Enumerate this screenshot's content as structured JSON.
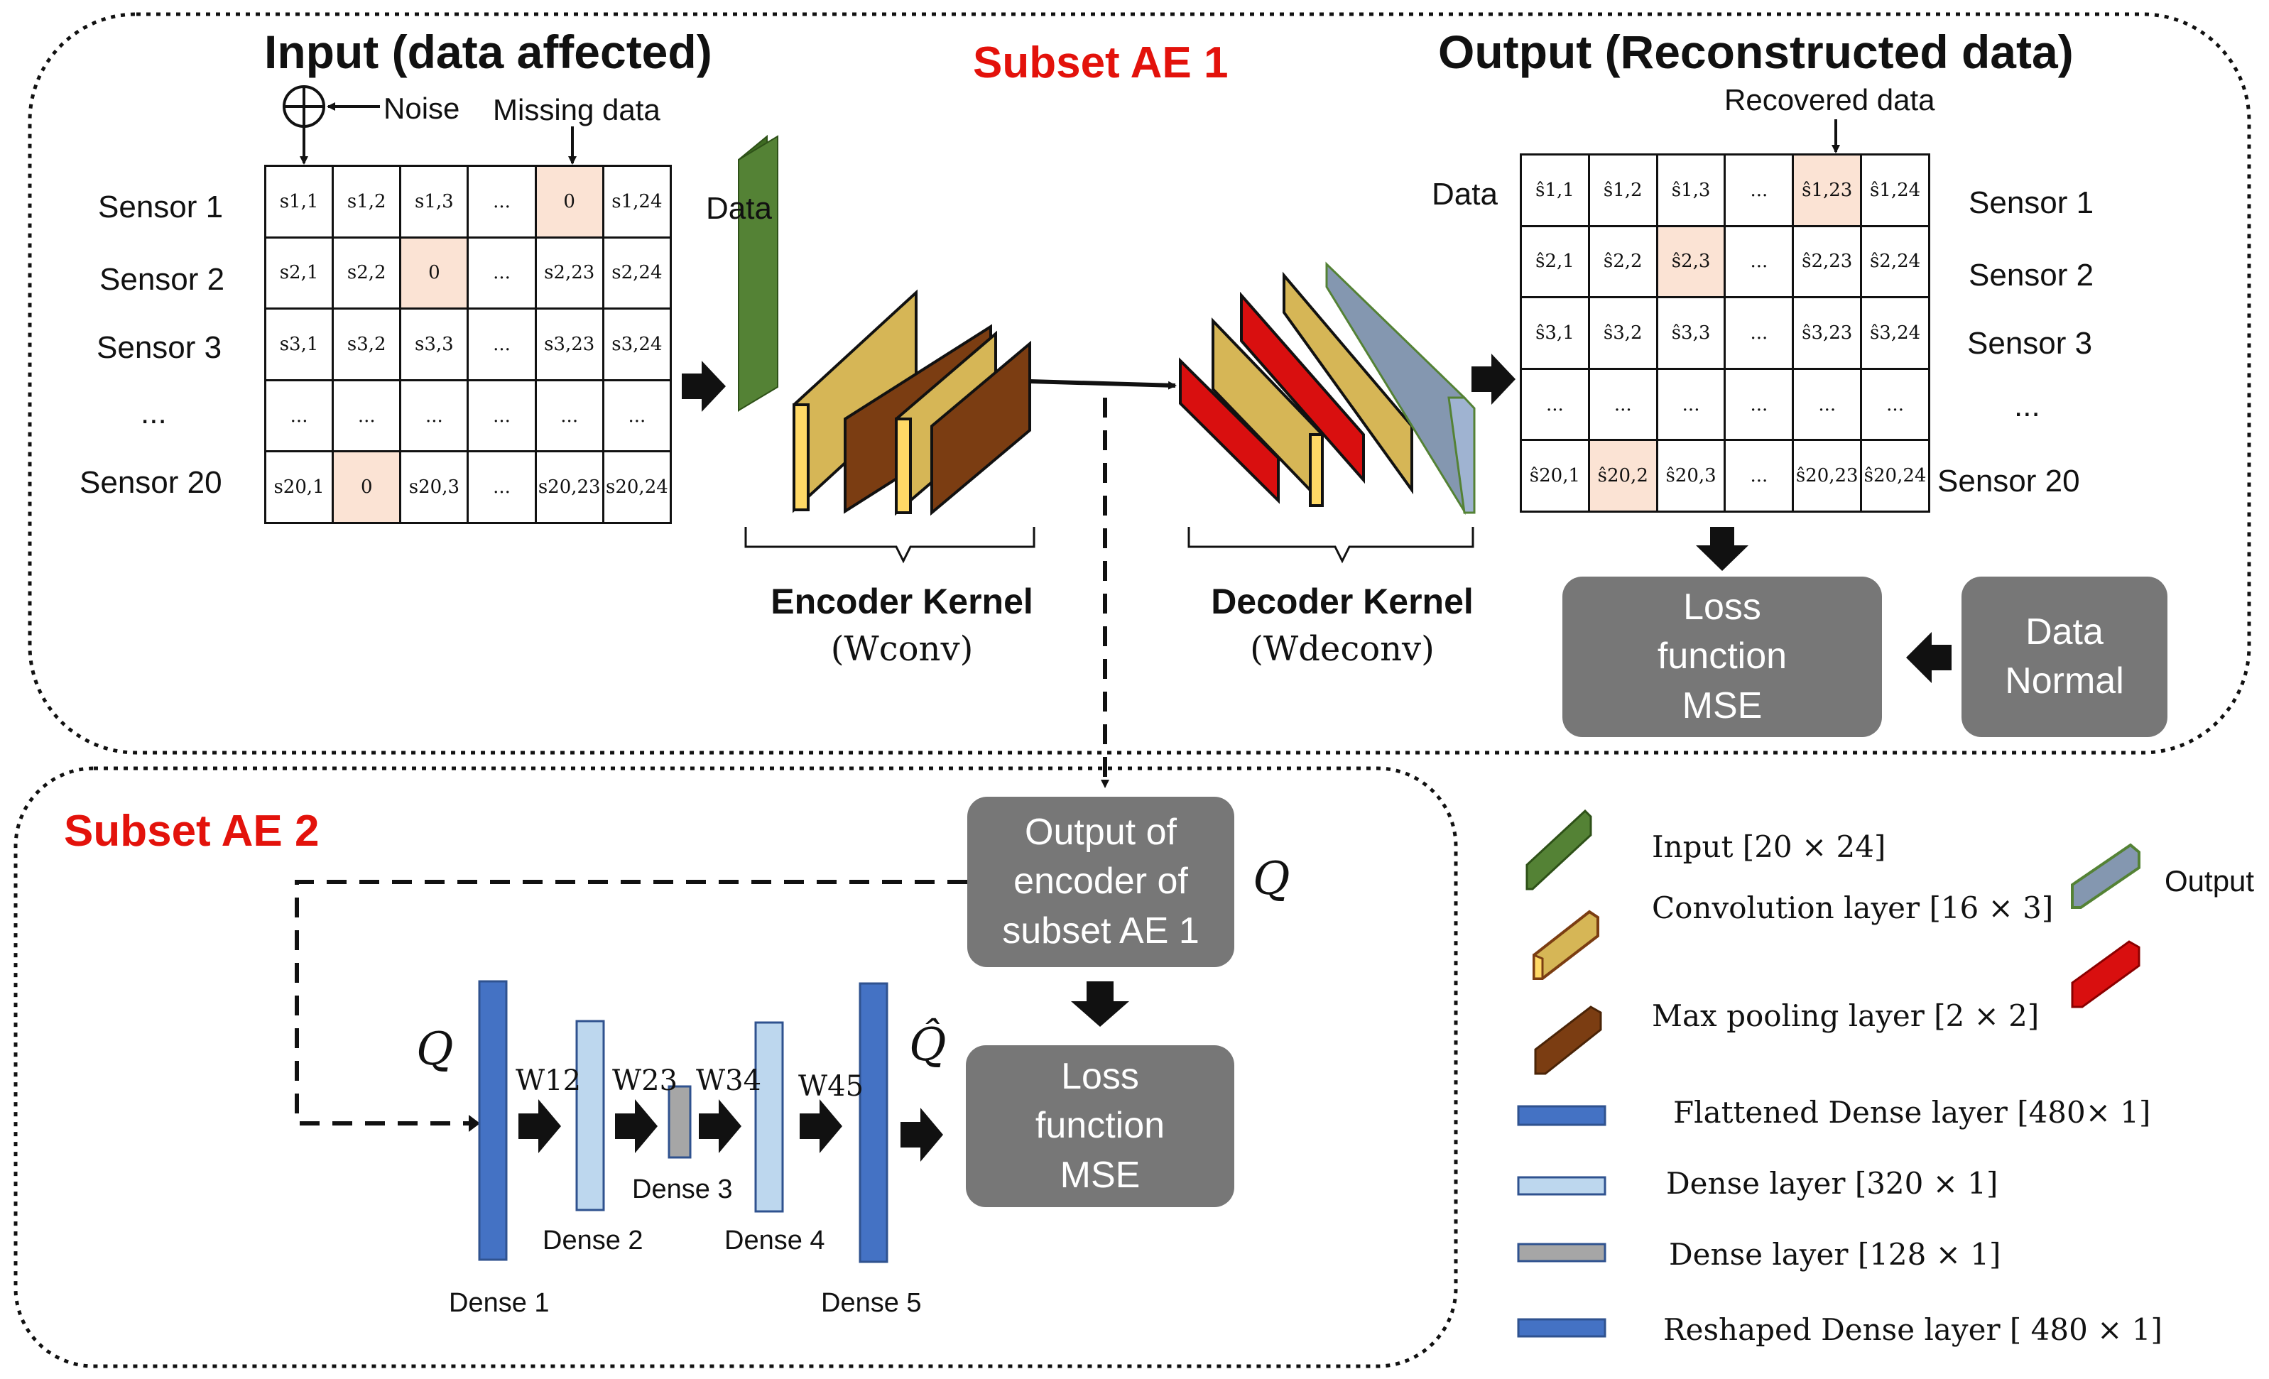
{
  "ae1": {
    "title": "Subset AE 1",
    "input_title": "Input (data affected)",
    "output_title": "Output (Reconstructed data)",
    "noise_label": "Noise",
    "missing_label": "Missing data",
    "recovered_label": "Recovered data",
    "input_data_label": "Data",
    "output_data_label": "Data",
    "input_rows": [
      "Sensor 1",
      "Sensor 2",
      "Sensor 3",
      "...",
      "Sensor 20"
    ],
    "output_rows": [
      "Sensor 1",
      "Sensor 2",
      "Sensor 3",
      "...",
      "Sensor 20"
    ],
    "input_grid": [
      [
        "s1,1",
        "s1,2",
        "s1,3",
        "...",
        "0",
        "s1,24"
      ],
      [
        "s2,1",
        "s2,2",
        "0",
        "...",
        "s2,23",
        "s2,24"
      ],
      [
        "s3,1",
        "s3,2",
        "s3,3",
        "...",
        "s3,23",
        "s3,24"
      ],
      [
        "...",
        "...",
        "...",
        "...",
        "...",
        "..."
      ],
      [
        "s20,1",
        "0",
        "s20,3",
        "...",
        "s20,23",
        "s20,24"
      ]
    ],
    "output_grid": [
      [
        "ŝ1,1",
        "ŝ1,2",
        "ŝ1,3",
        "...",
        "ŝ1,23",
        "ŝ1,24"
      ],
      [
        "ŝ2,1",
        "ŝ2,2",
        "ŝ2,3",
        "...",
        "ŝ2,23",
        "ŝ2,24"
      ],
      [
        "ŝ3,1",
        "ŝ3,2",
        "ŝ3,3",
        "...",
        "ŝ3,23",
        "ŝ3,24"
      ],
      [
        "...",
        "...",
        "...",
        "...",
        "...",
        "..."
      ],
      [
        "ŝ20,1",
        "ŝ20,2",
        "ŝ20,3",
        "...",
        "ŝ20,23",
        "ŝ20,24"
      ]
    ],
    "encoder_label": "Encoder Kernel",
    "encoder_sub": "(Wconv)",
    "decoder_label": "Decoder Kernel",
    "decoder_sub": "(Wdeconv)",
    "loss_box": "Loss function MSE",
    "normal_box": "Data Normal"
  },
  "ae2": {
    "title": "Subset AE 2",
    "encoder_output_box": "Output of encoder of subset AE 1",
    "q_label": "Q",
    "q_hat_label": "Q̂",
    "loss_box": "Loss function MSE",
    "weights": [
      "W12",
      "W23",
      "W34",
      "W45"
    ],
    "dense_labels": [
      "Dense 1",
      "Dense 2",
      "Dense 3",
      "Dense 4",
      "Dense 5"
    ]
  },
  "legend": {
    "input": "Input [20 × 24]",
    "conv": "Convolution layer [16 × 3]",
    "maxpool": "Max pooling layer [2 × 2]",
    "output": "Output",
    "flattened": "Flattened Dense layer [480× 1]",
    "dense320": "Dense layer [320 × 1]",
    "dense128": "Dense layer [128 × 1]",
    "reshaped": "Reshaped Dense layer [ 480 × 1]"
  },
  "colors": {
    "input_green": "#548235",
    "conv_yellow": "#d6b656",
    "maxpool_brown": "#7b3d12",
    "output_blue": "#8497b0",
    "decoder_red": "#d90f0f",
    "dense_dark": "#4472c4",
    "dense_light": "#bdd7ee",
    "dense_gray": "#a6a6a6",
    "gray_box": "#777777",
    "highlight": "#fbe3d4",
    "title_red": "#e3120b"
  }
}
